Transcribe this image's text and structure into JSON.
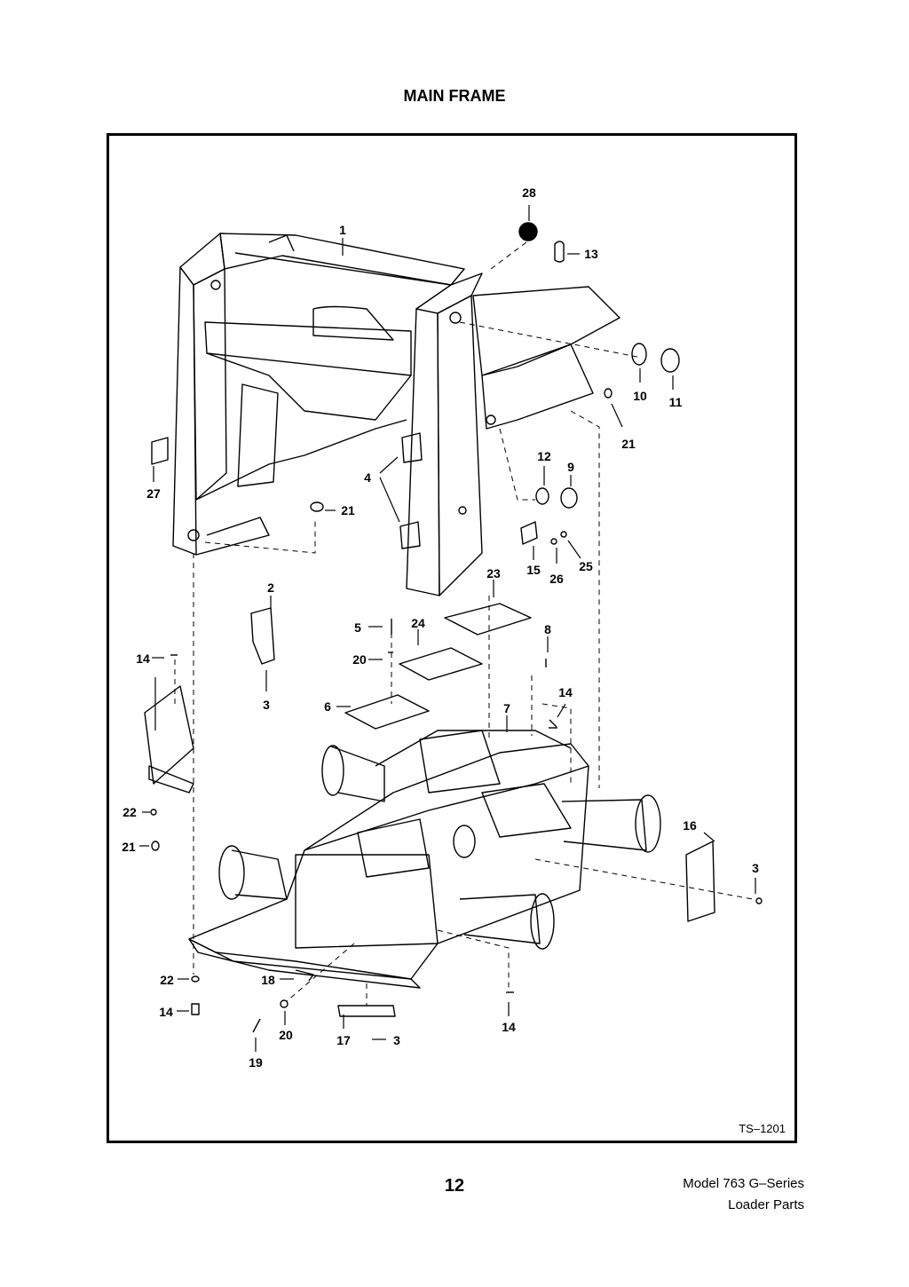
{
  "title": "MAIN FRAME",
  "drawing_code": "TS–1201",
  "page_number": "12",
  "footer": {
    "model": "Model 763 G–Series",
    "section": "Loader Parts"
  },
  "callouts": [
    "1",
    "2",
    "3",
    "4",
    "5",
    "6",
    "7",
    "8",
    "9",
    "10",
    "11",
    "12",
    "13",
    "14",
    "15",
    "16",
    "17",
    "18",
    "19",
    "20",
    "21",
    "22",
    "23",
    "24",
    "25",
    "26",
    "27",
    "28",
    "3",
    "3",
    "3",
    "14",
    "14",
    "14",
    "14",
    "20",
    "20",
    "21",
    "21",
    "21",
    "22",
    "22"
  ]
}
